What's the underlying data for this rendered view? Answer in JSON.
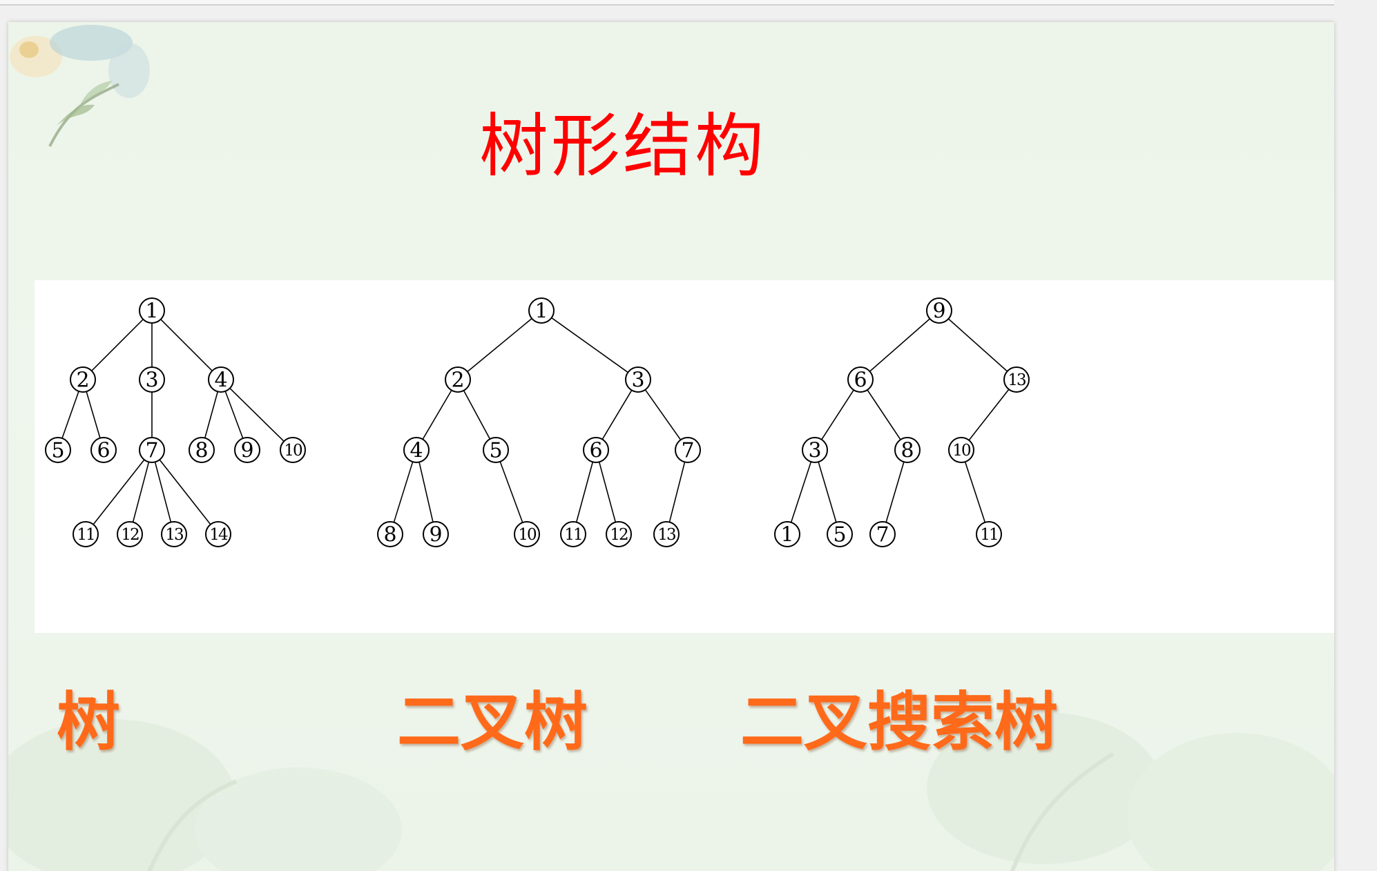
{
  "slide": {
    "title": "树形结构",
    "captions": {
      "tree": "树",
      "binary_tree": "二叉树",
      "bst": "二叉搜索树"
    }
  },
  "diagrams": {
    "tree": {
      "nodes": [
        {
          "id": "t1",
          "label": "1"
        },
        {
          "id": "t2",
          "label": "2"
        },
        {
          "id": "t3",
          "label": "3"
        },
        {
          "id": "t4",
          "label": "4"
        },
        {
          "id": "t5",
          "label": "5"
        },
        {
          "id": "t6",
          "label": "6"
        },
        {
          "id": "t7",
          "label": "7"
        },
        {
          "id": "t8",
          "label": "8"
        },
        {
          "id": "t9",
          "label": "9"
        },
        {
          "id": "t10",
          "label": "10"
        },
        {
          "id": "t11",
          "label": "11"
        },
        {
          "id": "t12",
          "label": "12"
        },
        {
          "id": "t13",
          "label": "13"
        },
        {
          "id": "t14",
          "label": "14"
        }
      ],
      "edges": [
        [
          "t1",
          "t2"
        ],
        [
          "t1",
          "t3"
        ],
        [
          "t1",
          "t4"
        ],
        [
          "t2",
          "t5"
        ],
        [
          "t2",
          "t6"
        ],
        [
          "t3",
          "t7"
        ],
        [
          "t4",
          "t8"
        ],
        [
          "t4",
          "t9"
        ],
        [
          "t4",
          "t10"
        ],
        [
          "t7",
          "t11"
        ],
        [
          "t7",
          "t12"
        ],
        [
          "t7",
          "t13"
        ],
        [
          "t7",
          "t14"
        ]
      ]
    },
    "binary_tree": {
      "nodes": [
        {
          "id": "b1",
          "label": "1"
        },
        {
          "id": "b2",
          "label": "2"
        },
        {
          "id": "b3",
          "label": "3"
        },
        {
          "id": "b4",
          "label": "4"
        },
        {
          "id": "b5",
          "label": "5"
        },
        {
          "id": "b6",
          "label": "6"
        },
        {
          "id": "b7",
          "label": "7"
        },
        {
          "id": "b8",
          "label": "8"
        },
        {
          "id": "b9",
          "label": "9"
        },
        {
          "id": "b10",
          "label": "10"
        },
        {
          "id": "b11",
          "label": "11"
        },
        {
          "id": "b12",
          "label": "12"
        },
        {
          "id": "b13",
          "label": "13"
        }
      ],
      "edges": [
        [
          "b1",
          "b2"
        ],
        [
          "b1",
          "b3"
        ],
        [
          "b2",
          "b4"
        ],
        [
          "b2",
          "b5"
        ],
        [
          "b3",
          "b6"
        ],
        [
          "b3",
          "b7"
        ],
        [
          "b4",
          "b8"
        ],
        [
          "b4",
          "b9"
        ],
        [
          "b5",
          "b10"
        ],
        [
          "b6",
          "b11"
        ],
        [
          "b6",
          "b12"
        ],
        [
          "b7",
          "b13"
        ]
      ]
    },
    "bst": {
      "nodes": [
        {
          "id": "s9",
          "label": "9"
        },
        {
          "id": "s6",
          "label": "6"
        },
        {
          "id": "s13",
          "label": "13"
        },
        {
          "id": "s3",
          "label": "3"
        },
        {
          "id": "s8",
          "label": "8"
        },
        {
          "id": "s10",
          "label": "10"
        },
        {
          "id": "s1",
          "label": "1"
        },
        {
          "id": "s5",
          "label": "5"
        },
        {
          "id": "s7",
          "label": "7"
        },
        {
          "id": "s11",
          "label": "11"
        }
      ],
      "edges": [
        [
          "s9",
          "s6"
        ],
        [
          "s9",
          "s13"
        ],
        [
          "s6",
          "s3"
        ],
        [
          "s6",
          "s8"
        ],
        [
          "s13",
          "s10"
        ],
        [
          "s3",
          "s1"
        ],
        [
          "s3",
          "s5"
        ],
        [
          "s8",
          "s7"
        ],
        [
          "s10",
          "s11"
        ]
      ]
    }
  }
}
